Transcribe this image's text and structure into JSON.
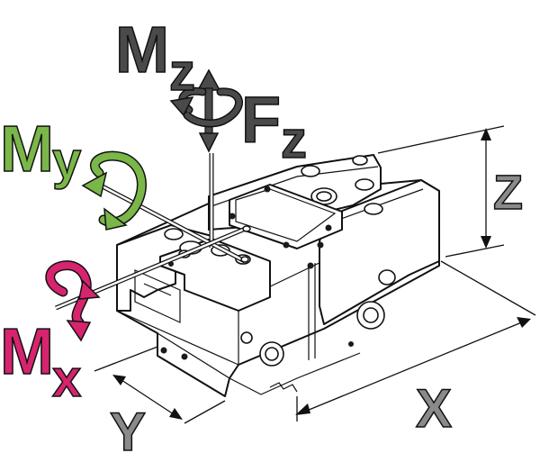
{
  "labels": {
    "mz_main": "M",
    "mz_sub": "z",
    "fz_main": "F",
    "fz_sub": "z",
    "my_main": "M",
    "my_sub": "y",
    "mx_main": "M",
    "mx_sub": "x",
    "x": "X",
    "y": "Y",
    "z": "Z"
  },
  "colors": {
    "mz": "#4a4a4a",
    "fz": "#4a4a4a",
    "my": "#7ab648",
    "mx": "#d6246e",
    "axis_labels": "#8a8a8a",
    "line": "#111111"
  },
  "icons": {
    "mz_rotation": "curved-arrow-icon",
    "my_rotation": "curved-arrow-icon",
    "mx_rotation": "curved-arrow-icon"
  }
}
